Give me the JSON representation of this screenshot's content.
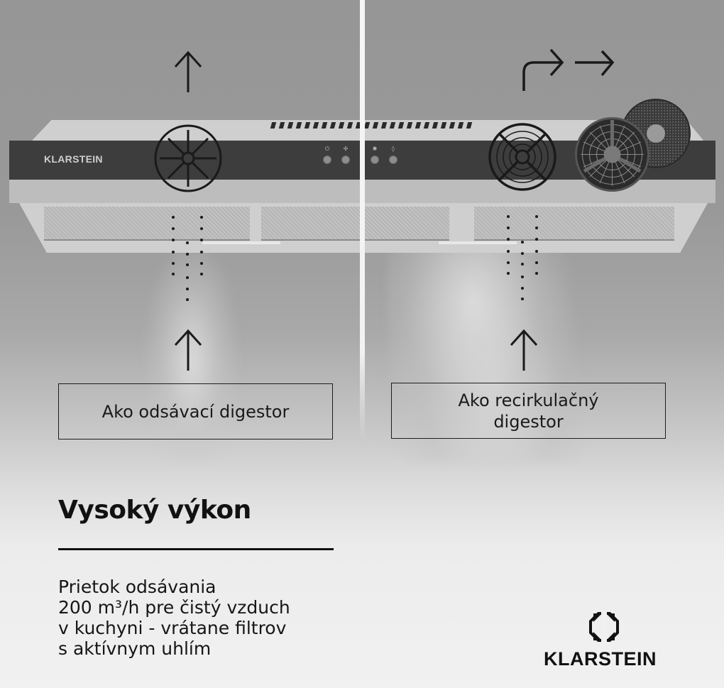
{
  "left_panel": {
    "mode_label": "Ako odsávací digestor",
    "airflow_icon": "arrow-up-icon",
    "fan_icon": "fan-icon"
  },
  "right_panel": {
    "mode_label_line1": "Ako recirkulačný",
    "mode_label_line2": "digestor",
    "airflow_icons": [
      "curved-arrow-right-icon",
      "arrow-right-icon"
    ],
    "fan_icon": "grille-fan-icon",
    "filter_icons": [
      "carbon-filter-icon",
      "carbon-filter-icon"
    ]
  },
  "hood": {
    "brand": "KLARSTEIN",
    "controls": [
      {
        "icon": "power-icon",
        "glyph": "⏻"
      },
      {
        "icon": "fan-speed-icon",
        "glyph": "✣"
      },
      {
        "icon": "light-icon",
        "glyph": "✺"
      },
      {
        "icon": "timer-icon",
        "glyph": "◊"
      }
    ]
  },
  "feature": {
    "headline": "Vysoký výkon",
    "body_lines": [
      "Prietok odsávania",
      "200 m³/h pre čistý vzduch",
      "v kuchyni - vrátane filtrov",
      "s aktívnym uhlím"
    ]
  },
  "logo": {
    "wordmark": "KLARSTEIN"
  },
  "colors": {
    "background_top": "#969696",
    "background_bottom": "#f1f1f1",
    "panel_dark": "#3d3d3d",
    "ink": "#1a1a1a"
  }
}
